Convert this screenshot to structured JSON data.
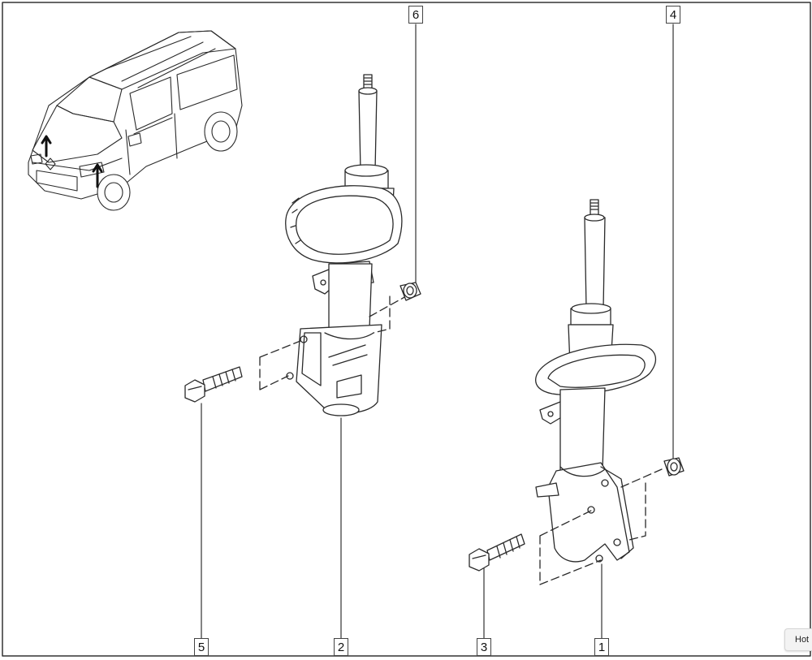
{
  "callouts": {
    "c1": "1",
    "c2": "2",
    "c3": "3",
    "c4": "4",
    "c5": "5",
    "c6": "6"
  },
  "overlay_button": {
    "label": "Hot"
  },
  "colors": {
    "line": "#2a2a2a",
    "frame": "#333333",
    "background": "#ffffff",
    "arrow": "#111111"
  }
}
